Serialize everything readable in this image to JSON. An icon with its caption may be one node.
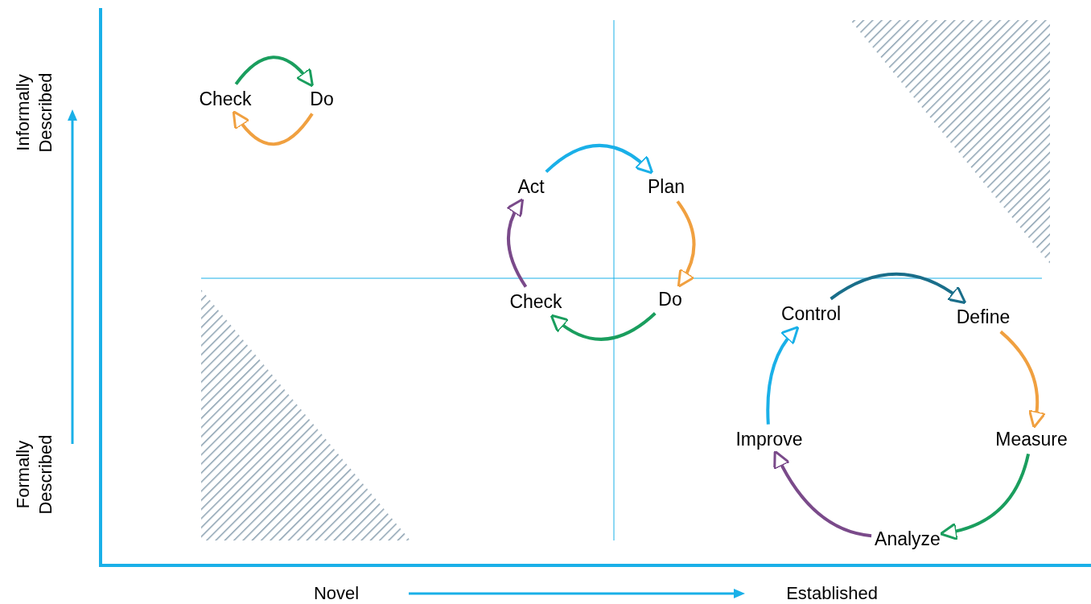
{
  "diagram": {
    "nodes": [
      {
        "text": [
          "Check"
        ]
      },
      {
        "text": [
          "Do"
        ]
      },
      {
        "text": [
          "Act"
        ]
      },
      {
        "text": [
          "Plan"
        ]
      },
      {
        "text": [
          "Do"
        ]
      },
      {
        "text": [
          "Check"
        ]
      },
      {
        "text": [
          "Control"
        ]
      },
      {
        "text": [
          "Define"
        ]
      },
      {
        "text": [
          "Measure"
        ]
      },
      {
        "text": [
          "Analyze"
        ]
      },
      {
        "text": [
          "Improve"
        ]
      }
    ],
    "edges": [
      {
        "from": 0,
        "to": 1,
        "arrow": "to",
        "color": "#1a9e5e"
      },
      {
        "from": 1,
        "to": 0,
        "arrow": "to",
        "color": "#f0a040"
      },
      {
        "from": 2,
        "to": 3,
        "arrow": "to",
        "color": "#1ab0e8"
      },
      {
        "from": 3,
        "to": 4,
        "arrow": "to",
        "color": "#f0a040"
      },
      {
        "from": 4,
        "to": 5,
        "arrow": "to",
        "color": "#1a9e5e"
      },
      {
        "from": 5,
        "to": 2,
        "arrow": "to",
        "color": "#7a4a8a"
      },
      {
        "from": 6,
        "to": 7,
        "arrow": "to",
        "color": "#1a6e8a"
      },
      {
        "from": 7,
        "to": 8,
        "arrow": "to",
        "color": "#f0a040"
      },
      {
        "from": 8,
        "to": 9,
        "arrow": "to",
        "color": "#1a9e5e"
      },
      {
        "from": 9,
        "to": 10,
        "arrow": "to",
        "color": "#7a4a8a"
      },
      {
        "from": 10,
        "to": 6,
        "arrow": "to",
        "color": "#1ab0e8"
      }
    ],
    "labels": [
      "Informally Described",
      "Formally Described",
      "Novel",
      "Established"
    ]
  }
}
